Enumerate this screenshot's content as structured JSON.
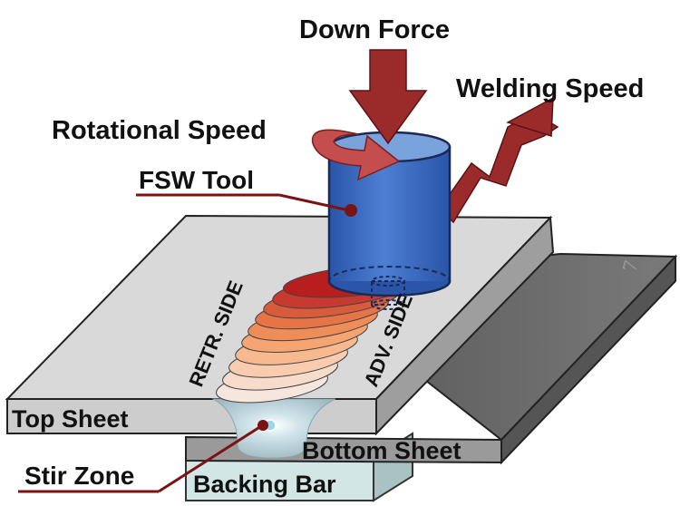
{
  "labels": {
    "down_force": "Down Force",
    "welding_speed": "Welding Speed",
    "rotational_speed": "Rotational Speed",
    "fsw_tool": "FSW Tool",
    "retr_side": "RETR. SIDE",
    "adv_side": "ADV. SIDE",
    "top_sheet": "Top Sheet",
    "bottom_sheet": "Bottom Sheet",
    "stir_zone": "Stir Zone",
    "backing_bar": "Backing Bar"
  },
  "colors": {
    "arrow": "#9b2b2b",
    "leader": "#7a1313",
    "tool": "#2e62c0",
    "tool_top": "#7aa3dd",
    "top_sheet": "#d9d9d9",
    "bottom_sheet": "#6a6a6a",
    "backing_bar": "#d3e6e6"
  }
}
